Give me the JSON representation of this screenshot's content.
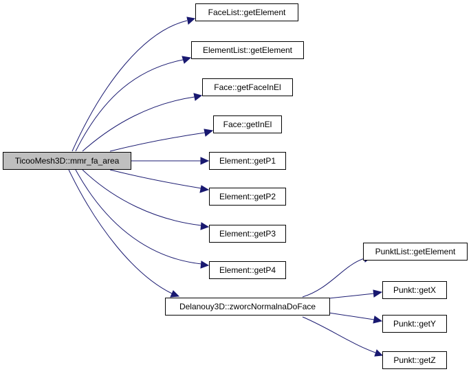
{
  "nodes": {
    "root": {
      "label": "TicooMesh3D::mmr_fa_area"
    },
    "facelist_getelement": {
      "label": "FaceList::getElement"
    },
    "elementlist_getelement": {
      "label": "ElementList::getElement"
    },
    "face_getfaceinel": {
      "label": "Face::getFaceInEl"
    },
    "face_getinel": {
      "label": "Face::getInEl"
    },
    "element_getp1": {
      "label": "Element::getP1"
    },
    "element_getp2": {
      "label": "Element::getP2"
    },
    "element_getp3": {
      "label": "Element::getP3"
    },
    "element_getp4": {
      "label": "Element::getP4"
    },
    "delanouy": {
      "label": "Delanouy3D::zworcNormalnaDoFace"
    },
    "punktlist_getelement": {
      "label": "PunktList::getElement"
    },
    "punkt_getx": {
      "label": "Punkt::getX"
    },
    "punkt_gety": {
      "label": "Punkt::getY"
    },
    "punkt_getz": {
      "label": "Punkt::getZ"
    }
  },
  "edges": [
    {
      "from": "root",
      "to": "facelist_getelement"
    },
    {
      "from": "root",
      "to": "elementlist_getelement"
    },
    {
      "from": "root",
      "to": "face_getfaceinel"
    },
    {
      "from": "root",
      "to": "face_getinel"
    },
    {
      "from": "root",
      "to": "element_getp1"
    },
    {
      "from": "root",
      "to": "element_getp2"
    },
    {
      "from": "root",
      "to": "element_getp3"
    },
    {
      "from": "root",
      "to": "element_getp4"
    },
    {
      "from": "root",
      "to": "delanouy"
    },
    {
      "from": "delanouy",
      "to": "punktlist_getelement"
    },
    {
      "from": "delanouy",
      "to": "punkt_getx"
    },
    {
      "from": "delanouy",
      "to": "punkt_gety"
    },
    {
      "from": "delanouy",
      "to": "punkt_getz"
    }
  ],
  "colors": {
    "edge": "#191970",
    "root_fill": "#bfbfbf",
    "node_fill": "#ffffff",
    "node_border": "#000000"
  }
}
